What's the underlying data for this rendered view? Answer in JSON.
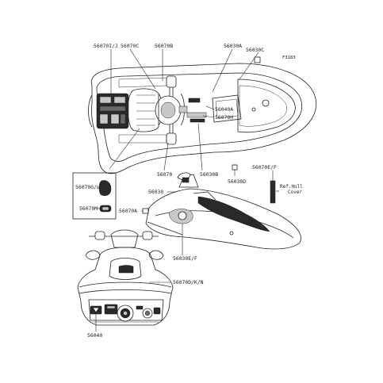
{
  "figure_code": "F3183",
  "labels": {
    "p56070ij": "56070I/J",
    "p56070c": "56070C",
    "p56070b": "56070B",
    "p56030a": "56030A",
    "p56030c": "56030C",
    "p56040a": "56040A",
    "p56070h": "56070H",
    "p56070": "56070",
    "p56030b": "56030B",
    "p56030d": "56030D",
    "p56070ef": "56070E/F",
    "ref_line1": "Ref.Hull",
    "ref_line2": "Cover",
    "p56070gl": "56070G/L",
    "p56030": "56030",
    "p56070m": "56070M",
    "p56070a": "56070A",
    "p56030ef": "56030E/F",
    "p56070dkn": "56070D/K/N",
    "p56040": "56040"
  }
}
